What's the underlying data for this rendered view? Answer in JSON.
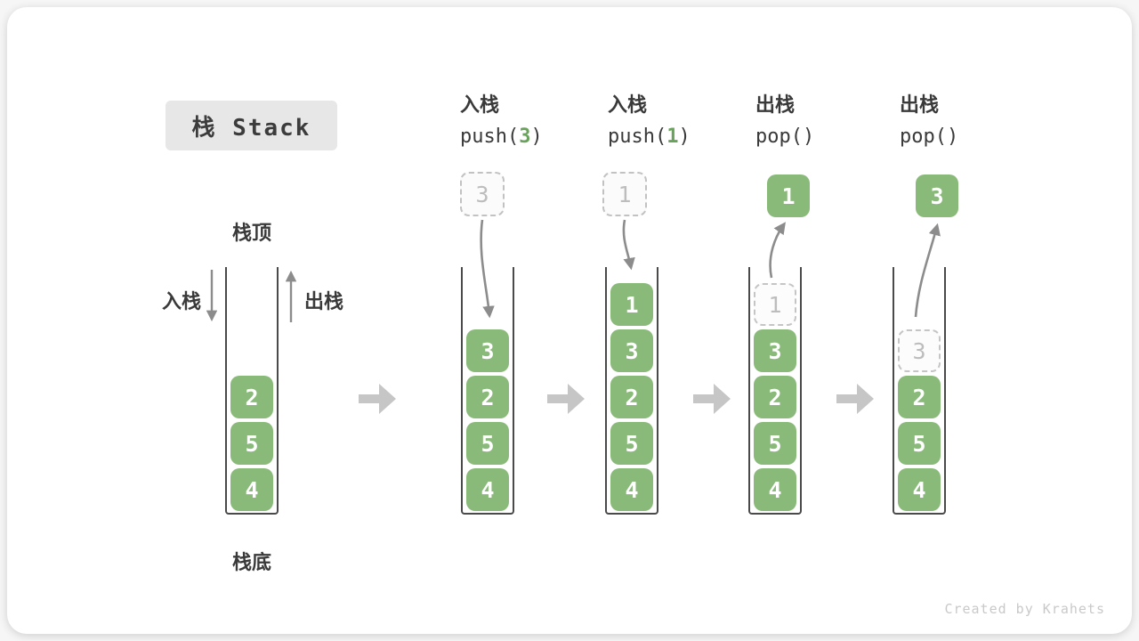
{
  "title": {
    "text": "栈 Stack"
  },
  "labels": {
    "stack_top": "栈顶",
    "stack_bottom": "栈底",
    "push_side": "入栈",
    "pop_side": "出栈"
  },
  "operations": [
    {
      "name": "入栈",
      "code_pre": "push(",
      "arg": "3",
      "code_post": ")"
    },
    {
      "name": "入栈",
      "code_pre": "push(",
      "arg": "1",
      "code_post": ")"
    },
    {
      "name": "出栈",
      "code_pre": "pop(",
      "arg": "",
      "code_post": ")"
    },
    {
      "name": "出栈",
      "code_pre": "pop(",
      "arg": "",
      "code_post": ")"
    }
  ],
  "stacks": [
    {
      "cells": [
        "2",
        "5",
        "4"
      ]
    },
    {
      "incoming": "3",
      "cells": [
        "3",
        "2",
        "5",
        "4"
      ]
    },
    {
      "incoming": "1",
      "cells": [
        "1",
        "3",
        "2",
        "5",
        "4"
      ]
    },
    {
      "outgoing": "1",
      "ghost": "1",
      "cells": [
        "3",
        "2",
        "5",
        "4"
      ]
    },
    {
      "outgoing": "3",
      "ghost": "3",
      "cells": [
        "2",
        "5",
        "4"
      ]
    }
  ],
  "watermark": "Created by Krahets",
  "colors": {
    "cell_green": "#8aba7a",
    "arg_green": "#69a35b",
    "curve_arrow_gray": "#8c8c8c",
    "block_arrow_gray": "#c6c6c6",
    "title_box_gray": "#e7e7e7",
    "text_dark": "#3a3a3a",
    "ghost_gray": "#c2c2c2"
  }
}
